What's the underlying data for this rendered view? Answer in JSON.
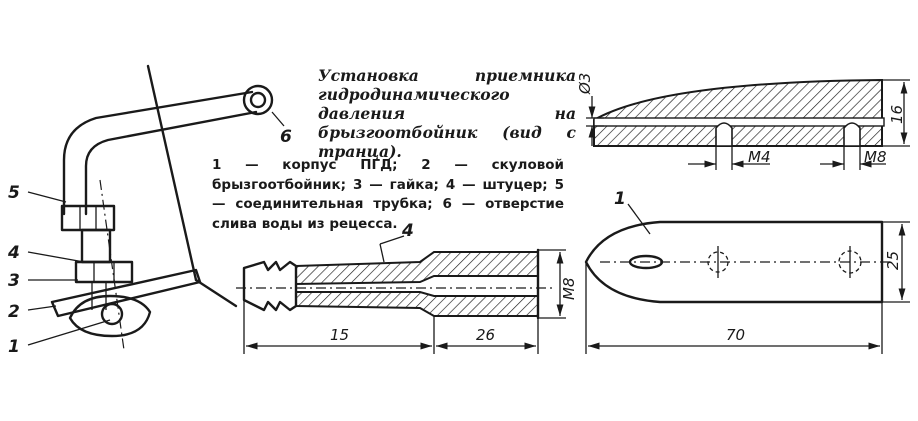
{
  "caption": {
    "title": "Установка приемника гидродинамического давления на брызгоотбойник (вид с транца).",
    "legend": "1 — корпус ПГД; 2 — скуловой брызгоотбойник; 3 — гайка; 4 — штуцер; 5 — соединительная трубка; 6 — отверстие слива воды из рецесса."
  },
  "callouts": {
    "n1": "1",
    "n2": "2",
    "n3": "3",
    "n4": "4",
    "n5": "5",
    "n6": "6",
    "fitting": "4",
    "body": "1"
  },
  "dimensions": {
    "fitting_length_left": "15",
    "fitting_length_right": "26",
    "fitting_thread": "M8",
    "body_length": "70",
    "body_width": "25",
    "body_height": "16",
    "hole_diameter": "Ø3",
    "thread_inner": "M4",
    "thread_outer": "M8"
  }
}
